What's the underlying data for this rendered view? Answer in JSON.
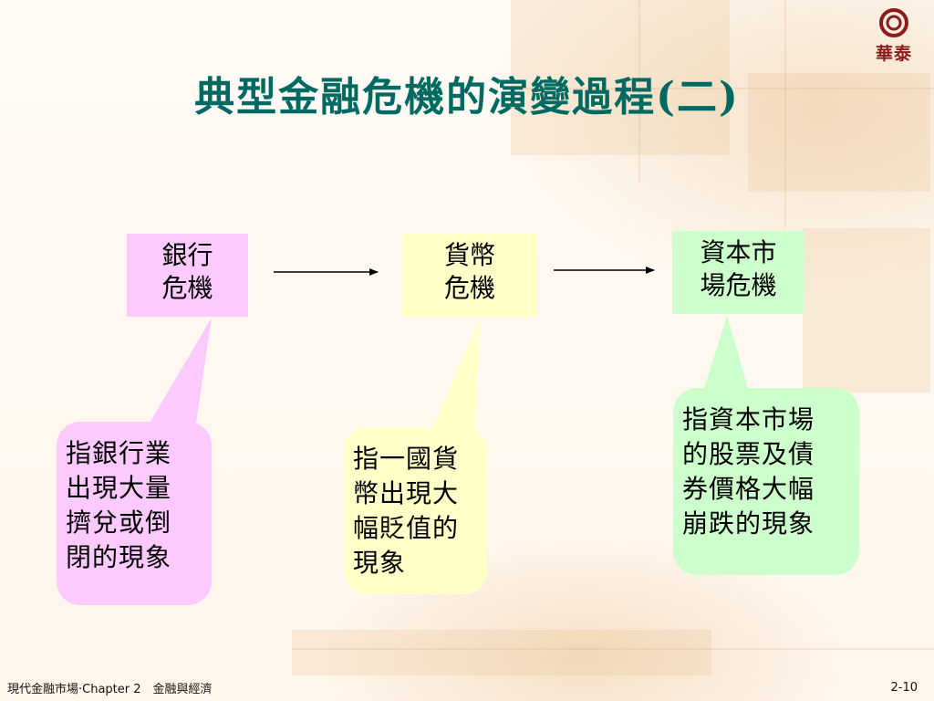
{
  "slide": {
    "title": "典型金融危機的演變過程(二)",
    "logo_text": "華泰",
    "footer_left": "現代金融市場‧Chapter 2　金融與經濟",
    "footer_right": "2-10"
  },
  "colors": {
    "title": "#006a62",
    "pink": "#fccaff",
    "yellow": "#ffffc8",
    "green": "#ccffcc",
    "logo": "#8b1c1c"
  },
  "diagram": {
    "nodes": [
      {
        "lines": [
          "銀行",
          "危機"
        ]
      },
      {
        "lines": [
          "貨幣",
          "危機"
        ]
      },
      {
        "lines": [
          "資本市",
          "場危機"
        ]
      }
    ],
    "callouts": [
      {
        "lines": [
          "指銀行業",
          "出現大量",
          "擠兌或倒",
          "閉的現象"
        ]
      },
      {
        "lines": [
          "指一國貨",
          "幣出現大",
          "幅貶值的",
          "現象"
        ]
      },
      {
        "lines": [
          "指資本市場",
          "的股票及債",
          "券價格大幅",
          "崩跌的現象"
        ]
      }
    ]
  }
}
